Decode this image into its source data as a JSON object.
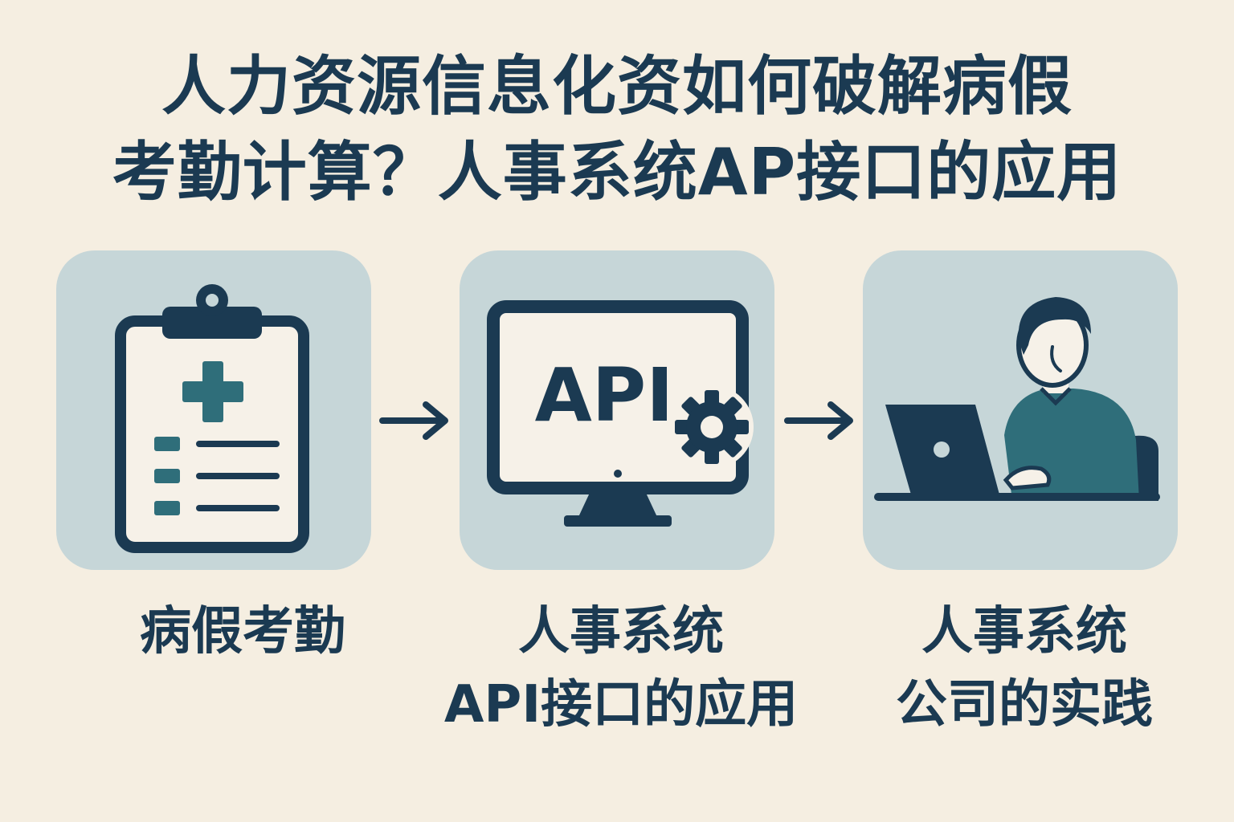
{
  "title": {
    "line1": "人力资源信息化资如何破解病假",
    "line2": "考勤计算？人事系统AP接口的应用"
  },
  "steps": [
    {
      "icon": "clipboard-medical-icon",
      "caption": "病假考勤"
    },
    {
      "icon": "monitor-api-gear-icon",
      "screen_text": "API",
      "caption_line1": "人事系统",
      "caption_line2": "API接口的应用"
    },
    {
      "icon": "person-laptop-icon",
      "caption_line1": "人事系统",
      "caption_line2": "公司的实践"
    }
  ],
  "colors": {
    "background": "#f5eee1",
    "tile": "#c6d6d8",
    "navy": "#1b3a52",
    "teal": "#2f6e7a",
    "paper": "#f6f1e8"
  }
}
